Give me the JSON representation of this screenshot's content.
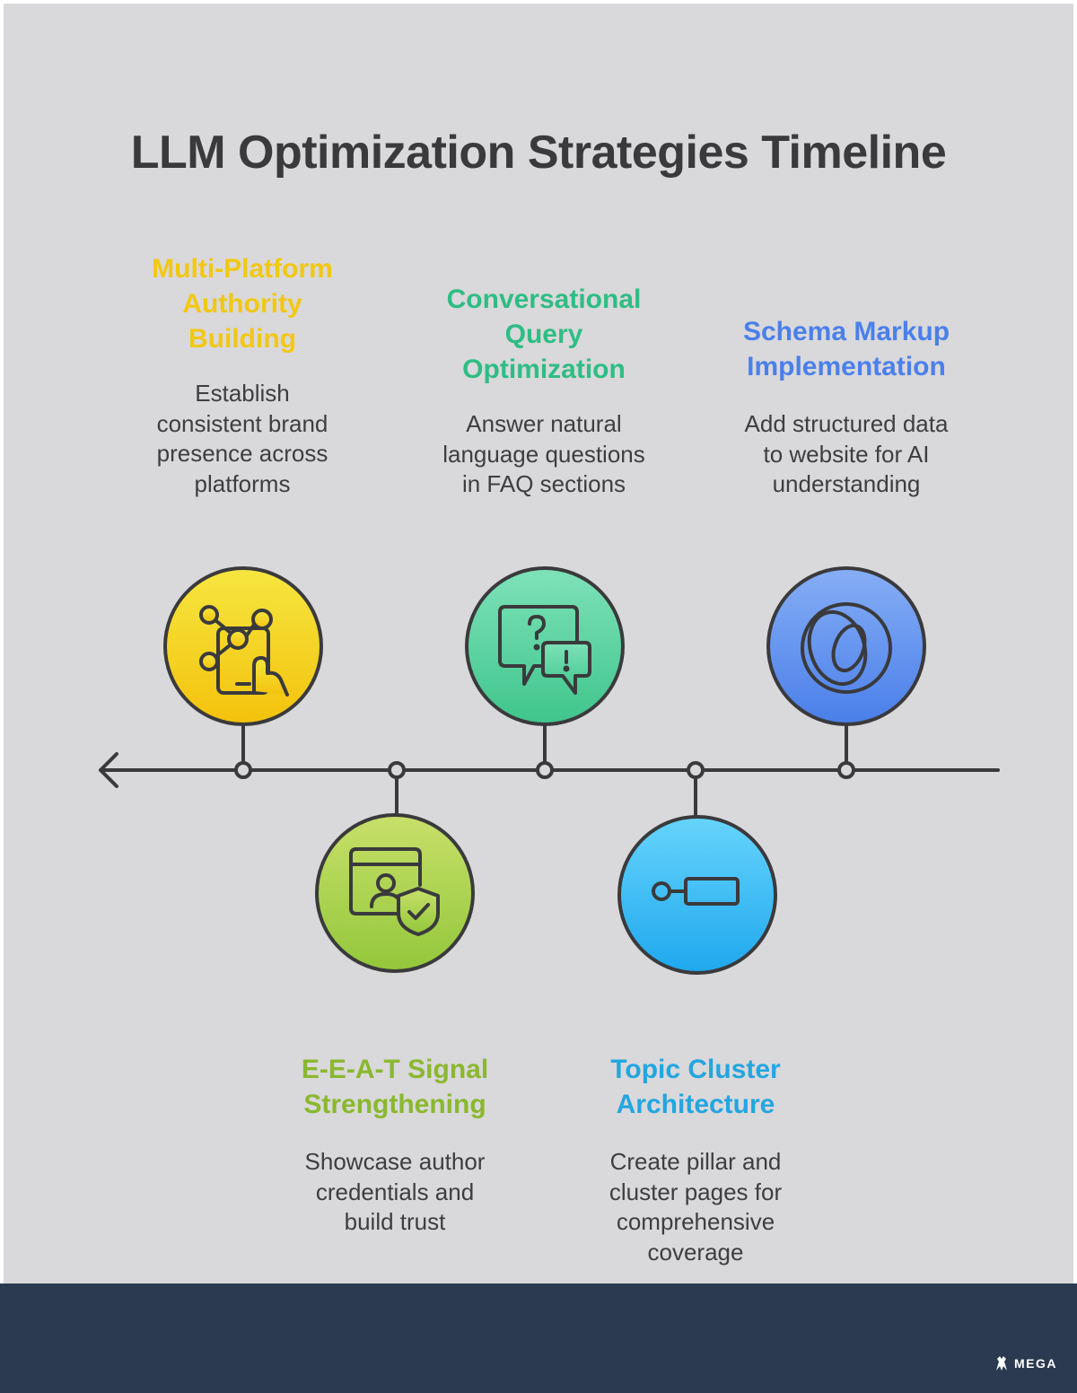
{
  "title": "LLM Optimization Strategies Timeline",
  "steps": [
    {
      "title_lines": [
        "Multi-Platform",
        "Authority",
        "Building"
      ],
      "desc_lines": [
        "Establish",
        "consistent brand",
        "presence across",
        "platforms"
      ],
      "color": "#f2c811",
      "icon": "network-hand-phone-icon"
    },
    {
      "title_lines": [
        "E-E-A-T Signal",
        "Strengthening"
      ],
      "desc_lines": [
        "Showcase author",
        "credentials and",
        "build trust"
      ],
      "color": "#8ab82e",
      "icon": "profile-shield-icon"
    },
    {
      "title_lines": [
        "Conversational",
        "Query",
        "Optimization"
      ],
      "desc_lines": [
        "Answer natural",
        "language questions",
        "in FAQ sections"
      ],
      "color": "#2ebd84",
      "icon": "chat-question-icon"
    },
    {
      "title_lines": [
        "Topic Cluster",
        "Architecture"
      ],
      "desc_lines": [
        "Create pillar and",
        "cluster pages for",
        "comprehensive",
        "coverage"
      ],
      "color": "#22a6e0",
      "icon": "tag-node-icon"
    },
    {
      "title_lines": [
        "Schema Markup",
        "Implementation"
      ],
      "desc_lines": [
        "Add structured data",
        "to website for AI",
        "understanding"
      ],
      "color": "#4a80ea",
      "icon": "swirl-icon"
    }
  ],
  "brand": "MEGA"
}
